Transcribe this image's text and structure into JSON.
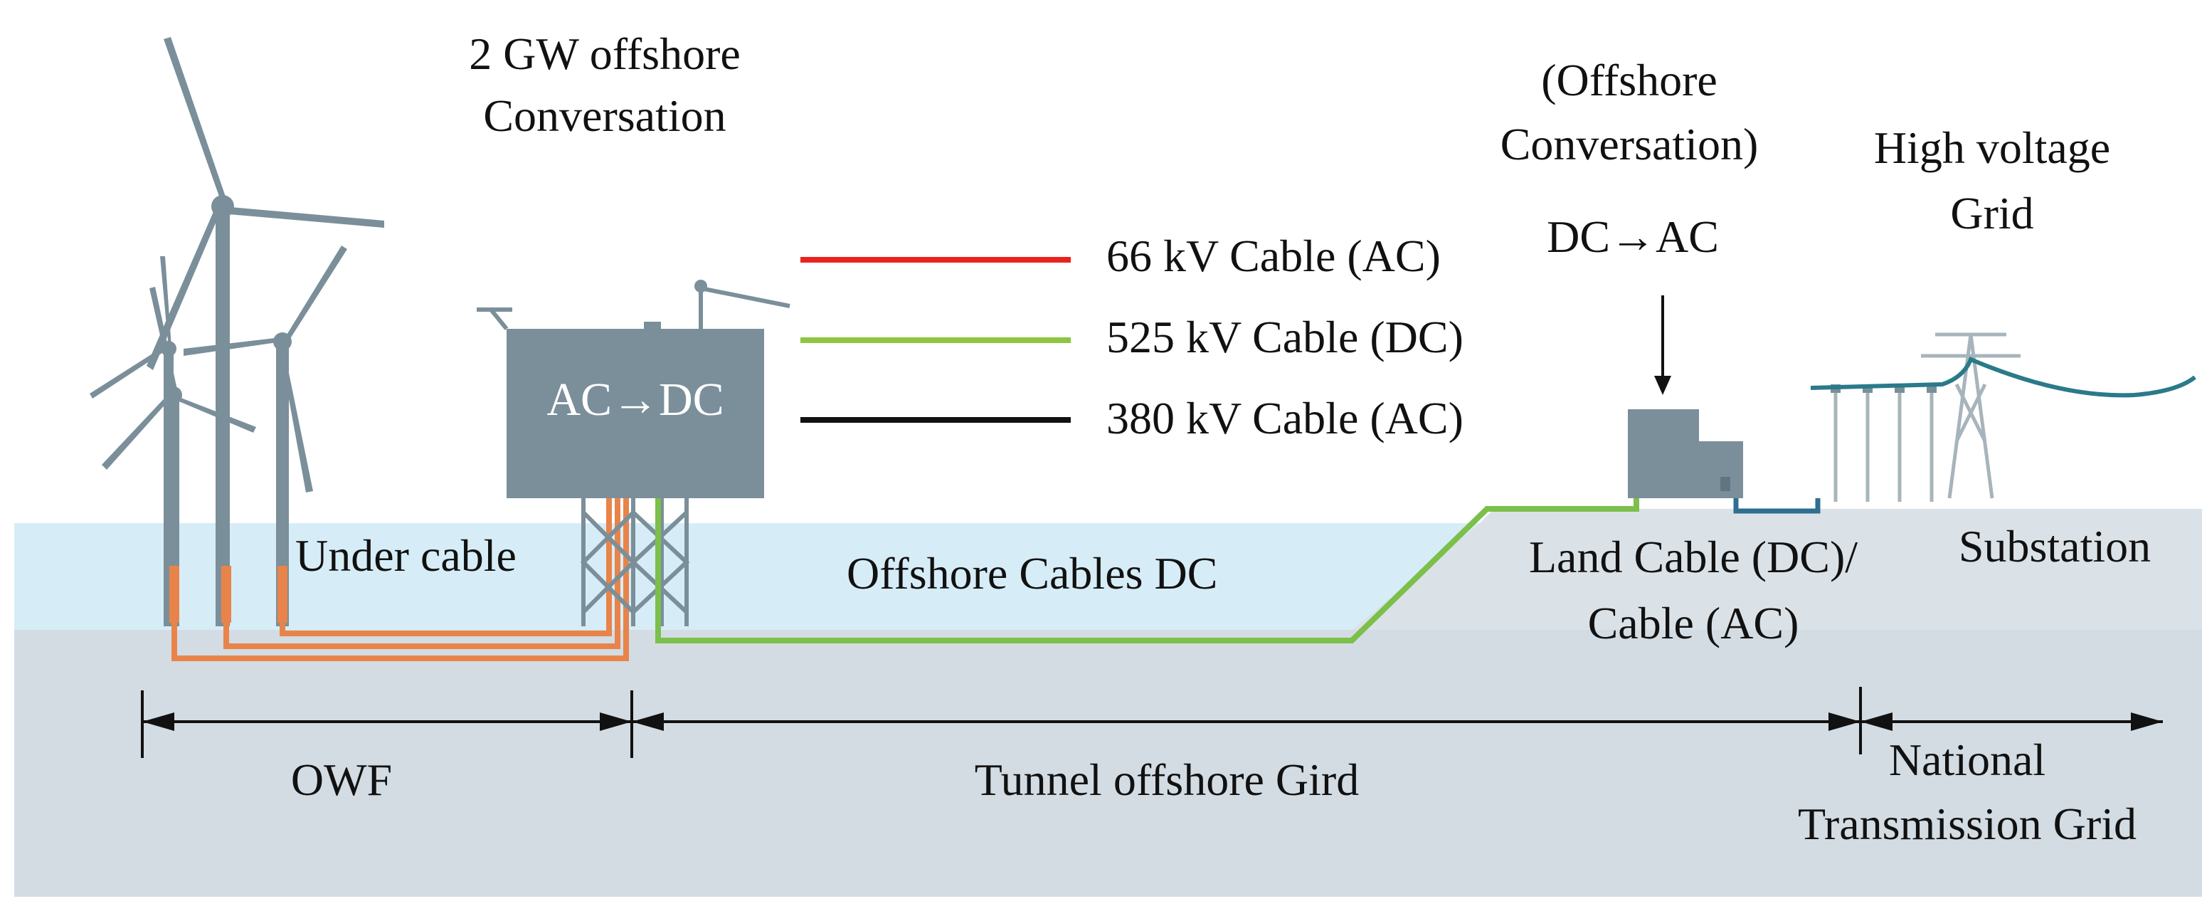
{
  "title": {
    "line1": "2 GW offshore",
    "line2": "Conversation"
  },
  "converter_label": "AC→DC",
  "legend": [
    {
      "label": "66 kV Cable (AC)",
      "color": "#e8231f"
    },
    {
      "label": "525 kV Cable (DC)",
      "color": "#8dc63f"
    },
    {
      "label": "380 kV Cable (AC)",
      "color": "#111111"
    }
  ],
  "onshore_conversion": {
    "line1": "(Offshore",
    "line2": "Conversation)",
    "label": "DC→AC"
  },
  "grid": {
    "line1": "High voltage",
    "line2": "Grid"
  },
  "labels": {
    "under_cable": "Under cable",
    "offshore_cables": "Offshore Cables DC",
    "land_cable_line1": "Land Cable (DC)/",
    "land_cable_line2": "Cable (AC)",
    "substation": "Substation"
  },
  "zones": {
    "owf": "OWF",
    "tunnel": "Tunnel offshore Gird",
    "national_line1": "National",
    "national_line2": "Transmission Grid"
  },
  "colors": {
    "sea": "#d6edf7",
    "seabed": "#d3dce3",
    "structure": "#7a8f9a",
    "cable_ac_array": "#e8844a",
    "cable_dc": "#7cbf4a",
    "cable_land": "#2f6f8f",
    "overhead_line": "#2a7a8a"
  },
  "icons": [
    "wind-turbine-icon",
    "offshore-platform-icon",
    "converter-station-icon",
    "pylon-icon"
  ]
}
